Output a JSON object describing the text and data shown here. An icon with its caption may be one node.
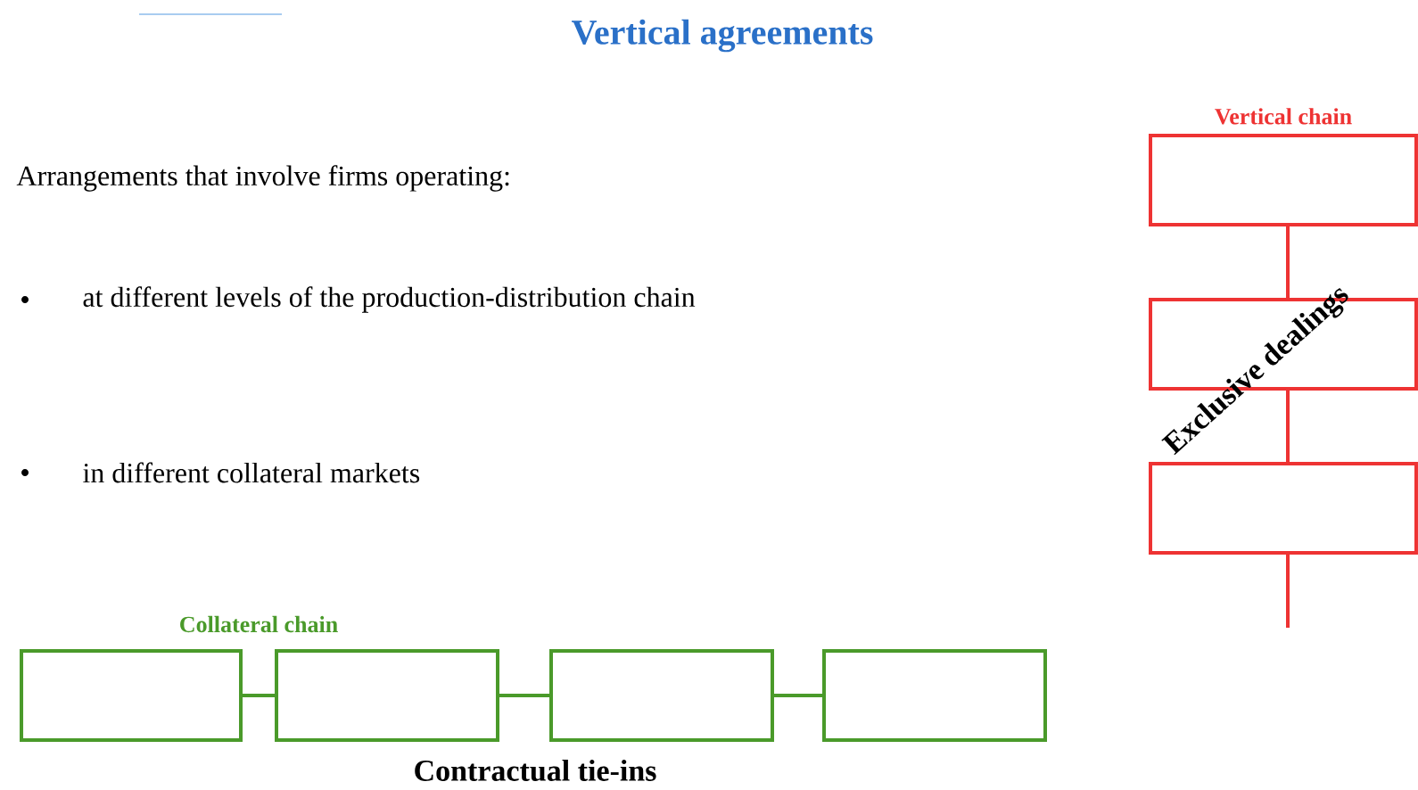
{
  "diagram": {
    "title": "Vertical agreements",
    "nodes": [
      {
        "text": [],
        "shape": "box",
        "beside": [
          "Vertical chain"
        ]
      },
      {
        "text": [],
        "shape": "box"
      },
      {
        "text": [],
        "shape": "box"
      },
      {
        "text": [],
        "shape": "box"
      },
      {
        "text": [],
        "shape": "box"
      },
      {
        "text": [],
        "shape": "box"
      },
      {
        "text": [],
        "shape": "box"
      }
    ],
    "edges": [
      {
        "from": 0,
        "to": 1,
        "arrow": "none",
        "color": "#ee3333"
      },
      {
        "from": 1,
        "to": 2,
        "arrow": "none",
        "color": "#ee3333"
      },
      {
        "from": 2,
        "to": null,
        "arrow": "none",
        "color": "#ee3333"
      },
      {
        "from": 3,
        "to": 4,
        "arrow": "none",
        "color": "#4a9a2a"
      },
      {
        "from": 4,
        "to": 5,
        "arrow": "none",
        "color": "#4a9a2a"
      },
      {
        "from": 5,
        "to": 6,
        "arrow": "none",
        "color": "#4a9a2a"
      }
    ],
    "labels": [
      "Arrangements that involve firms operating:",
      "at different levels of the production-distribution chain",
      "Exclusive dealings",
      "in different collateral markets",
      "Collateral chain",
      "Contractual tie-ins"
    ]
  }
}
